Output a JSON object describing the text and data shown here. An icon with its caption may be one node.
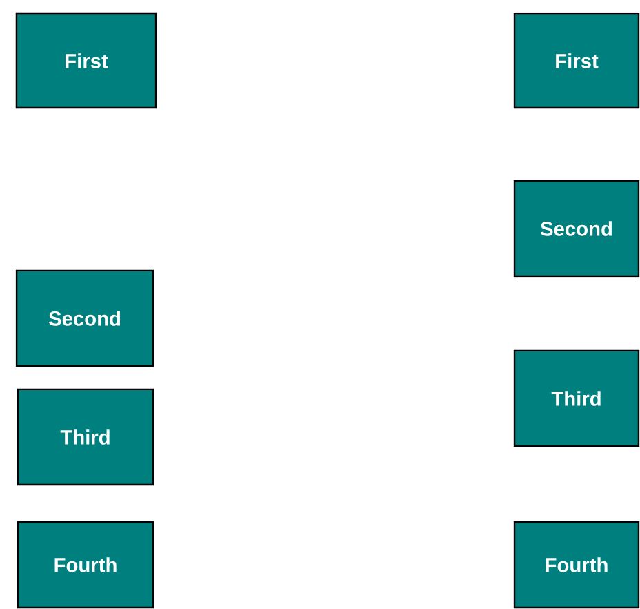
{
  "diagram": {
    "nodes": [
      {
        "text": [
          "First"
        ]
      },
      {
        "text": [
          "Second"
        ]
      },
      {
        "text": [
          "Third"
        ]
      },
      {
        "text": [
          "Fourth"
        ]
      },
      {
        "text": [
          "First"
        ]
      },
      {
        "text": [
          "Second"
        ]
      },
      {
        "text": [
          "Third"
        ]
      },
      {
        "text": [
          "Fourth"
        ]
      }
    ],
    "edges": []
  }
}
